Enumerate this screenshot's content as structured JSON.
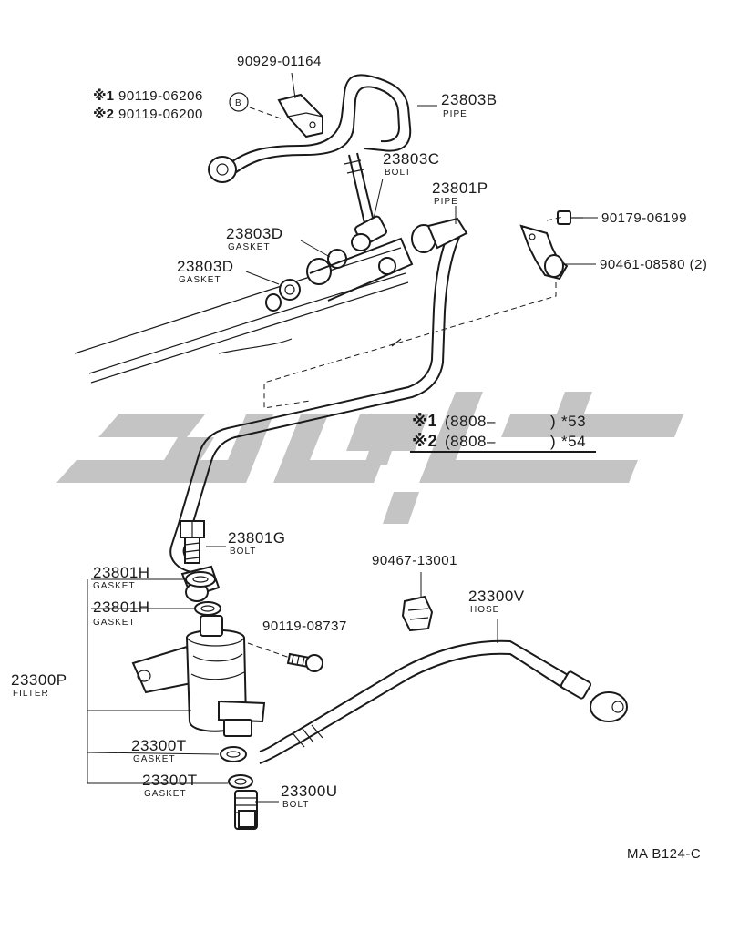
{
  "labels": {
    "p1": {
      "pn": "90929-01164"
    },
    "p2": {
      "mark": "※1",
      "pn": "90119-06206"
    },
    "p3": {
      "mark": "※2",
      "pn": "90119-06200"
    },
    "p3b": {
      "callout": "B"
    },
    "p4": {
      "pn": "23803B",
      "sub": "PIPE"
    },
    "p5": {
      "pn": "23803C",
      "sub": "BOLT"
    },
    "p6": {
      "pn": "23801P",
      "sub": "PIPE"
    },
    "p7": {
      "pn": "23803D",
      "sub": "GASKET"
    },
    "p8": {
      "pn": "23803D",
      "sub": "GASKET"
    },
    "p9": {
      "pn": "90179-06199"
    },
    "p10": {
      "pn": "90461-08580 (2)"
    },
    "p11": {
      "pn": "23801G",
      "sub": "BOLT"
    },
    "p12": {
      "pn": "23801H",
      "sub": "GASKET"
    },
    "p13": {
      "pn": "23801H",
      "sub": "GASKET"
    },
    "p14": {
      "pn": "90119-08737"
    },
    "p15": {
      "pn": "23300P",
      "sub": "FILTER"
    },
    "p16": {
      "pn": "23300T",
      "sub": "GASKET"
    },
    "p17": {
      "pn": "23300T",
      "sub": "GASKET"
    },
    "p18": {
      "pn": "23300U",
      "sub": "BOLT"
    },
    "p19": {
      "pn": "90467-13001"
    },
    "p20": {
      "pn": "23300V",
      "sub": "HOSE"
    }
  },
  "notes": {
    "row1": {
      "mark": "※1",
      "open": "(8808–",
      "close": ")",
      "suffix": "*53"
    },
    "row2": {
      "mark": "※2",
      "open": "(8808–",
      "close": ")",
      "suffix": "*54"
    }
  },
  "ref": "MA  B124-C",
  "colors": {
    "ink": "#1a1a1a",
    "watermark": "#c4c4c4"
  }
}
